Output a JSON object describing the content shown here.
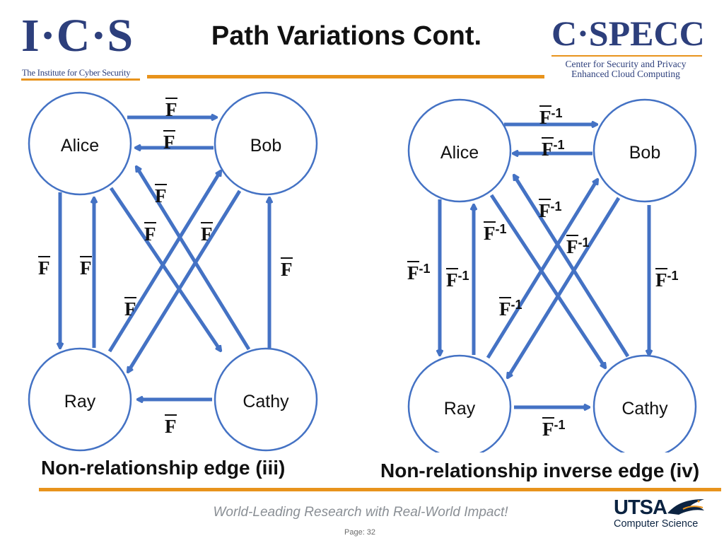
{
  "header": {
    "ics_logo": "I·C·S",
    "ics_subtitle": "The Institute for Cyber Security",
    "title": "Path Variations Cont.",
    "cspecc_logo": "C·SPECC",
    "cspecc_line1": "Center for Security and Privacy",
    "cspecc_line2": "Enhanced Cloud Computing"
  },
  "diagram_left": {
    "nodes": {
      "alice": "Alice",
      "bob": "Bob",
      "ray": "Ray",
      "cathy": "Cathy"
    },
    "edge_label": "F",
    "caption": "Non-relationship edge (iii)"
  },
  "diagram_right": {
    "nodes": {
      "alice": "Alice",
      "bob": "Bob",
      "ray": "Ray",
      "cathy": "Cathy"
    },
    "edge_label": "F",
    "edge_superscript": "-1",
    "caption": "Non-relationship inverse edge (iv)"
  },
  "footer": {
    "tagline": "World-Leading Research with Real-World Impact!",
    "page": "Page:  32",
    "utsa": "UTSA",
    "utsa_dept": "Computer Science"
  },
  "colors": {
    "edge": "#4472c4",
    "accent": "#e8931c",
    "brand": "#2d3f7c"
  }
}
